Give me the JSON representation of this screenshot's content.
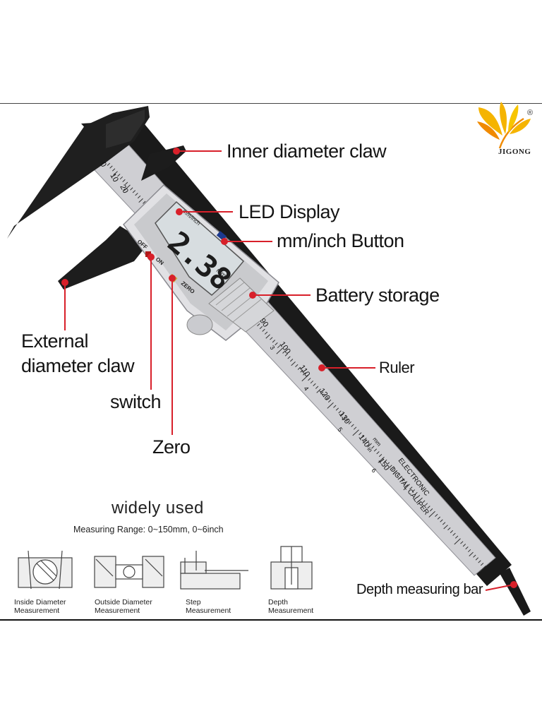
{
  "brand": {
    "name": "JIGONG",
    "registered": "®"
  },
  "callouts": {
    "inner_claw": "Inner diameter claw",
    "led_display": "LED Display",
    "mm_inch_button": "mm/inch Button",
    "battery_storage": "Battery storage",
    "ruler": "Ruler",
    "external_claw_line1": "External",
    "external_claw_line2": "diameter claw",
    "switch": "switch",
    "zero": "Zero",
    "depth_bar": "Depth measuring bar"
  },
  "caliper": {
    "display_value": "2.38",
    "display_unit": "mm",
    "mm_inch_label": "mm/inch",
    "off_label": "OFF",
    "on_label": "ON",
    "zero_label": "ZERO",
    "body_text_line1": "ELECTRONIC",
    "body_text_line2": "DIGITAL CALIPER",
    "scale_unit_mm": "mm",
    "scale_unit_in": "in",
    "jaw_scale_numbers": [
      "0",
      "10",
      "20"
    ],
    "main_scale_numbers": [
      "90",
      "100",
      "110",
      "120",
      "130",
      "140",
      "150"
    ],
    "inch_scale_numbers": [
      "3",
      "4",
      "5",
      "6"
    ]
  },
  "usage": {
    "title": "widely used",
    "range": "Measuring Range: 0~150mm, 0~6inch",
    "items": [
      {
        "line1": "Inside Diameter",
        "line2": "Measurement"
      },
      {
        "line1": "Outside Diameter",
        "line2": "Measurement"
      },
      {
        "line1": "Step",
        "line2": "Measurement"
      },
      {
        "line1": "Depth",
        "line2": "Measurement"
      }
    ]
  },
  "colors": {
    "accent_red": "#d8202a",
    "logo_yellow": "#f5b400",
    "logo_orange": "#f08a00",
    "caliper_black": "#1a1a1a",
    "scale_silver": "#cfcfd3",
    "lcd_bg": "#d7dde0"
  }
}
